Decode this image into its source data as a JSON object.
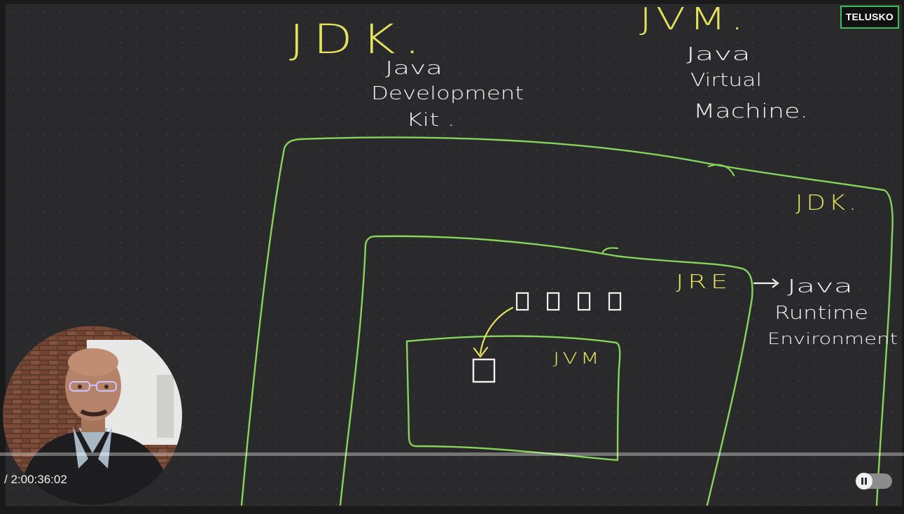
{
  "whiteboard": {
    "heading_jdk": "JDK.",
    "jdk_expansion": [
      "Java",
      "Development",
      "Kit ."
    ],
    "heading_jvm": "JVM.",
    "jvm_expansion": [
      "Java",
      "Virtual",
      "Machine."
    ],
    "box_label_jdk": "JDK.",
    "box_label_jre": "JRE",
    "jre_expansion": [
      "Java",
      "Runtime",
      "Environment"
    ],
    "box_label_jvm": "JVM",
    "arrow_symbol": "→"
  },
  "channel_logo": "TELUSKO",
  "player": {
    "time_display": "/ 2:00:36:02",
    "progress_fraction": 0.0,
    "autoplay_on": false
  },
  "colors": {
    "ink_yellow": "#e4e35c",
    "ink_white": "#f2f2f2",
    "ink_green": "#86d45a",
    "board": "#2a2a2c"
  }
}
